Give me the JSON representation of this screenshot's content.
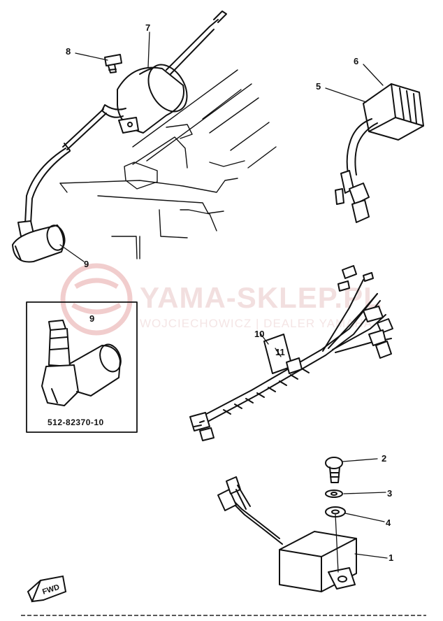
{
  "watermark": {
    "brand": "YAMA-SKLEP.PL",
    "tagline": "WOJCIECHOWICZ | DEALER YAMAHA",
    "color": "#e6b8b8"
  },
  "callouts": [
    "1",
    "2",
    "3",
    "4",
    "5",
    "6",
    "7",
    "8",
    "9",
    "9",
    "10",
    "11"
  ],
  "inset": {
    "callout": "9",
    "part_number": "512-82370-10"
  },
  "fwd_label": "FWD",
  "colors": {
    "ink": "#111111",
    "paper": "#ffffff"
  }
}
